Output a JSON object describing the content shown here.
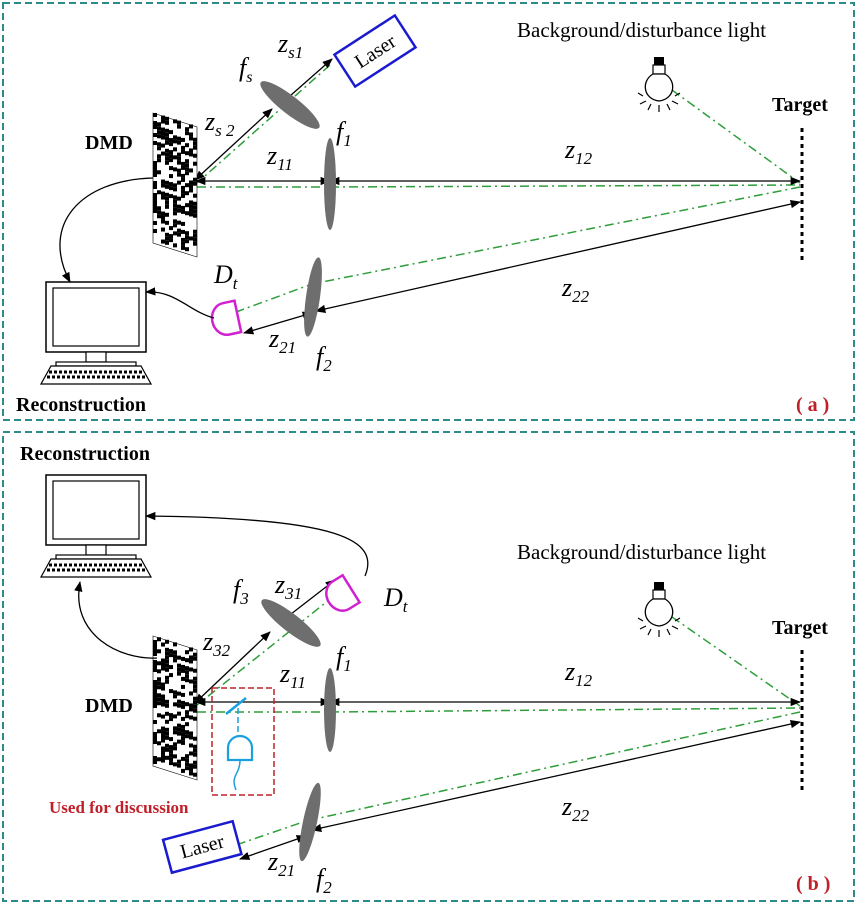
{
  "panel_a": {
    "label": "( a )",
    "bg_light": "Background/disturbance light",
    "target": "Target",
    "dmd": "DMD",
    "reconstruction": "Reconstruction",
    "laser": "Laser",
    "fs": "f",
    "fs_sub": "s",
    "zs1": "z",
    "zs1_sub": "s1",
    "zs2": "z",
    "zs2_sub": "s 2",
    "f1": "f",
    "f1_sub": "1",
    "z11": "z",
    "z11_sub": "11",
    "z12": "z",
    "z12_sub": "12",
    "dt": "D",
    "dt_sub": "t",
    "z21": "z",
    "z21_sub": "21",
    "f2": "f",
    "f2_sub": "2",
    "z22": "z",
    "z22_sub": "22"
  },
  "panel_b": {
    "label": "( b )",
    "bg_light": "Background/disturbance light",
    "target": "Target",
    "dmd": "DMD",
    "reconstruction": "Reconstruction",
    "laser": "Laser",
    "discussion": "Used for discussion",
    "f3": "f",
    "f3_sub": "3",
    "z31": "z",
    "z31_sub": "31",
    "z32": "z",
    "z32_sub": "32",
    "dt": "D",
    "dt_sub": "t",
    "f1": "f",
    "f1_sub": "1",
    "z11": "z",
    "z11_sub": "11",
    "z12": "z",
    "z12_sub": "12",
    "z21": "z",
    "z21_sub": "21",
    "f2": "f",
    "f2_sub": "2",
    "z22": "z",
    "z22_sub": "22"
  },
  "colors": {
    "frame": "#2e8b8b",
    "beam": "#2e9e3a",
    "laser_box": "#1a1ad0",
    "detector": "#d020d0",
    "lens": "#6e6e6e",
    "highlight": "#c0202a",
    "aux_detector": "#1aa0e0"
  }
}
